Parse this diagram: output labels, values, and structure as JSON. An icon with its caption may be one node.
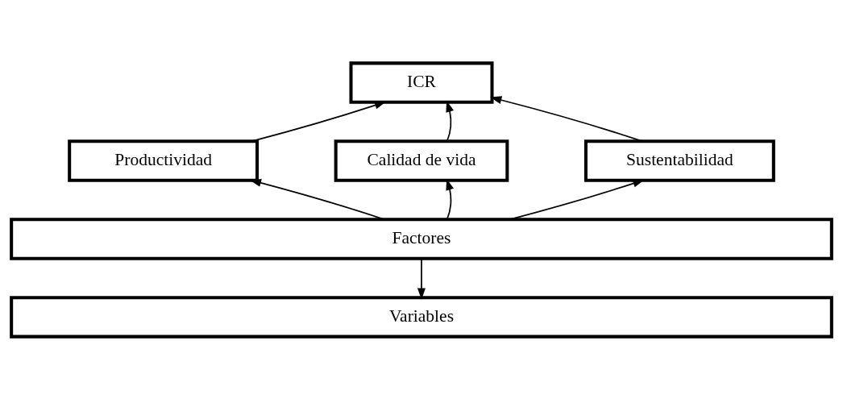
{
  "diagram": {
    "nodes": [
      {
        "text": [
          "ICR"
        ]
      },
      {
        "text": [
          "Productividad"
        ]
      },
      {
        "text": [
          "Calidad de vida"
        ]
      },
      {
        "text": [
          "Sustentabilidad"
        ]
      },
      {
        "text": [
          "Factores"
        ]
      },
      {
        "text": [
          "Variables"
        ]
      }
    ],
    "edges": [
      {
        "from": 1,
        "to": 0,
        "arrow": "to"
      },
      {
        "from": 2,
        "to": 0,
        "arrow": "to"
      },
      {
        "from": 3,
        "to": 0,
        "arrow": "to"
      },
      {
        "from": 4,
        "to": 1,
        "arrow": "to"
      },
      {
        "from": 4,
        "to": 2,
        "arrow": "to"
      },
      {
        "from": 4,
        "to": 3,
        "arrow": "to"
      },
      {
        "from": 4,
        "to": 5,
        "arrow": "to"
      }
    ]
  }
}
